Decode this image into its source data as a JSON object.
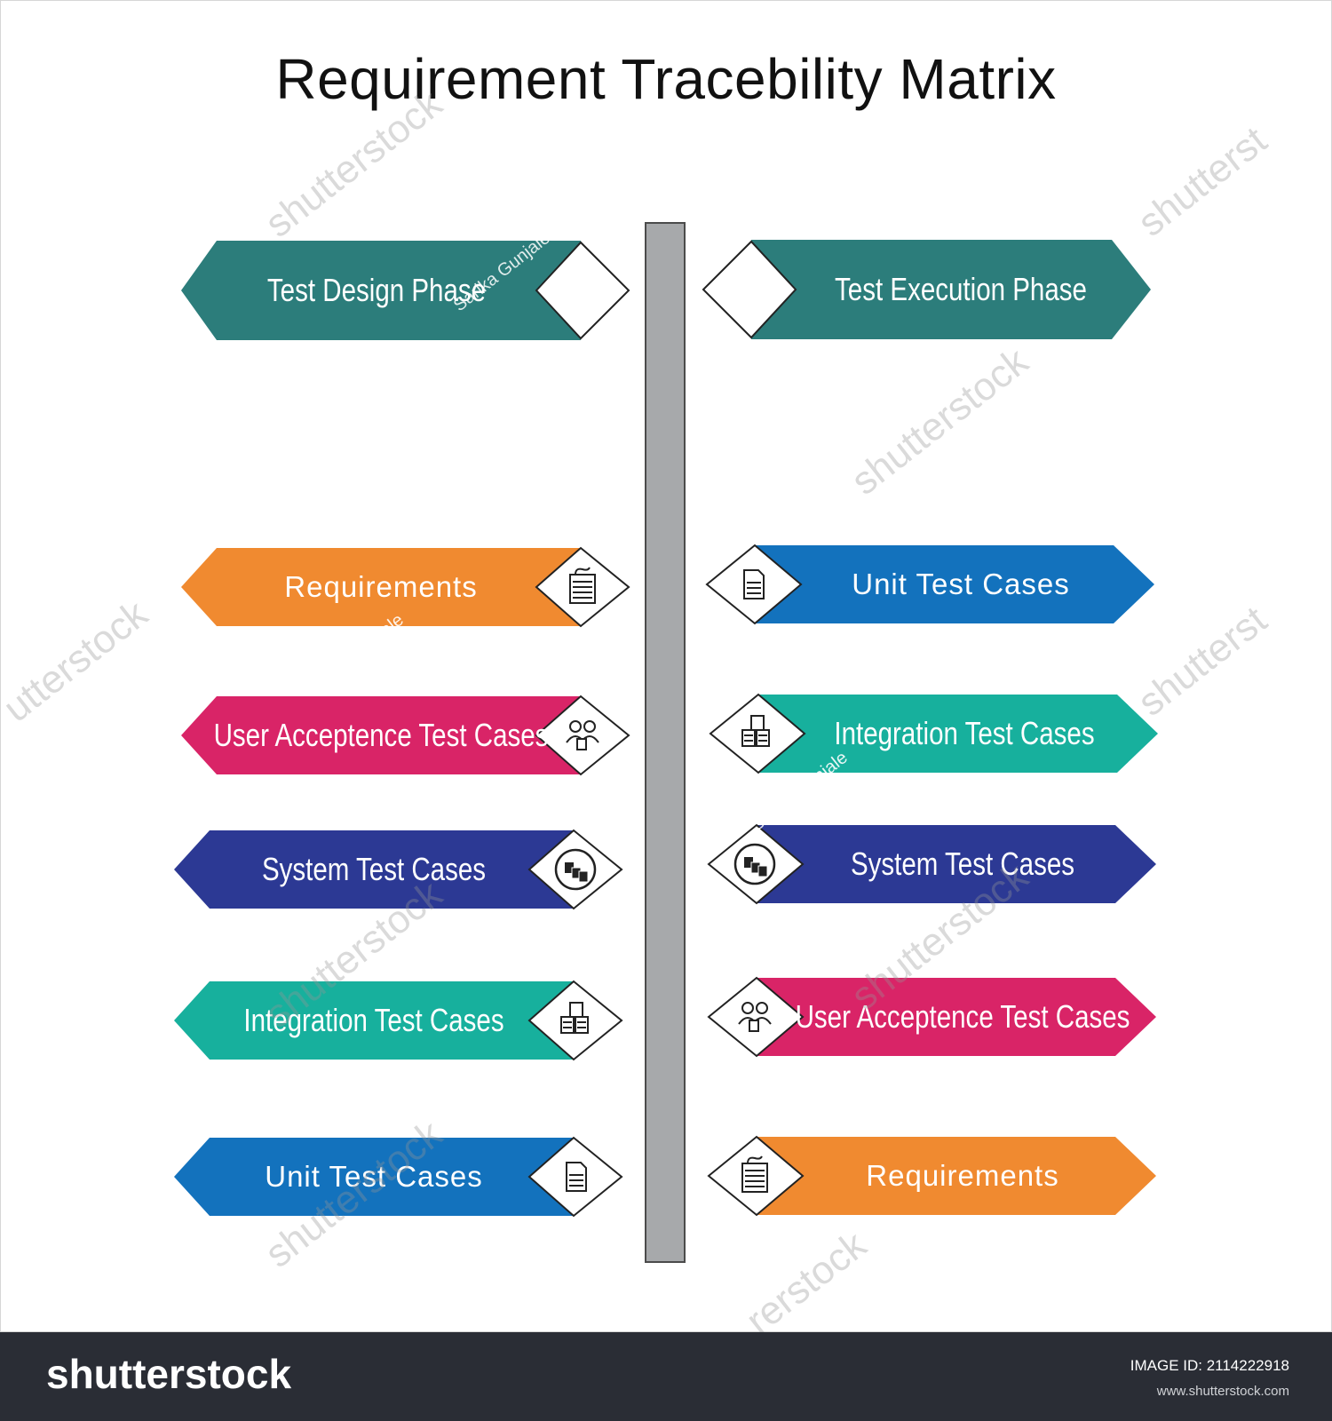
{
  "title": "Requirement Tracebility Matrix",
  "colors": {
    "teal_dark": "#2c7d7b",
    "orange": "#f08a30",
    "magenta": "#d92467",
    "indigo": "#2c3994",
    "aqua": "#17b09d",
    "blue": "#1372bd",
    "post": "#a7a9ab"
  },
  "left_column": {
    "header": "Test Design Phase",
    "items": [
      {
        "label": "Requirements",
        "icon": "document-stack-icon",
        "color": "#f08a30"
      },
      {
        "label": "User Acceptence Test Cases",
        "icon": "users-icon",
        "color": "#d92467"
      },
      {
        "label": "System Test Cases",
        "icon": "system-test-icon",
        "color": "#2c3994"
      },
      {
        "label": "Integration Test Cases",
        "icon": "integration-docs-icon",
        "color": "#17b09d"
      },
      {
        "label": "Unit Test Cases",
        "icon": "single-document-icon",
        "color": "#1372bd"
      }
    ]
  },
  "right_column": {
    "header": "Test Execution Phase",
    "items": [
      {
        "label": "Unit Test Cases",
        "icon": "single-document-icon",
        "color": "#1372bd"
      },
      {
        "label": "Integration Test Cases",
        "icon": "integration-docs-icon",
        "color": "#17b09d"
      },
      {
        "label": "System Test Cases",
        "icon": "system-test-icon",
        "color": "#2c3994"
      },
      {
        "label": "User Acceptence Test Cases",
        "icon": "users-icon",
        "color": "#d92467"
      },
      {
        "label": "Requirements",
        "icon": "document-stack-icon",
        "color": "#f08a30"
      }
    ]
  },
  "watermark": {
    "brand": "shutterstock",
    "signature": "Sarika Gunjale"
  },
  "footer": {
    "logo": "shutterstock",
    "image_id": "IMAGE ID: 2114222918",
    "site": "www.shutterstock.com"
  }
}
